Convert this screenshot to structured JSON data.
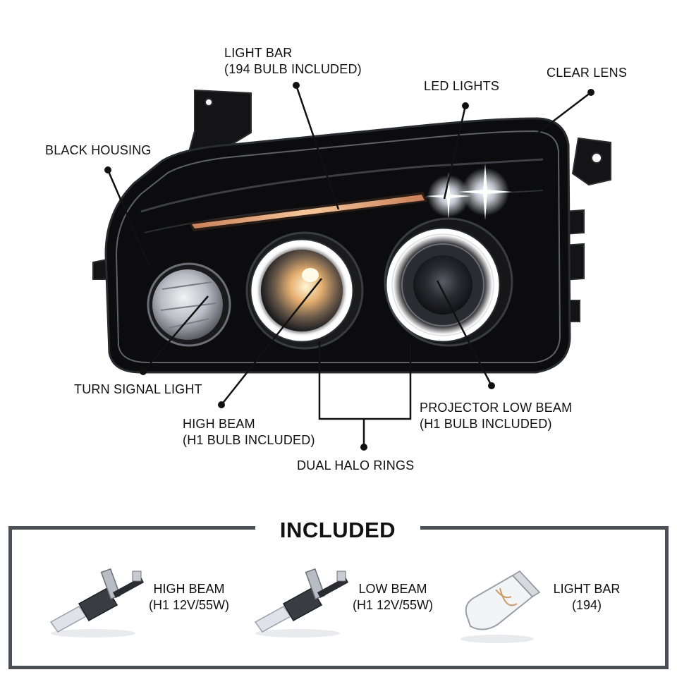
{
  "callouts": {
    "light_bar": [
      "LIGHT BAR",
      "(194 BULB INCLUDED)"
    ],
    "led_lights": "LED LIGHTS",
    "clear_lens": "CLEAR LENS",
    "black_housing": "BLACK HOUSING",
    "turn_signal": "TURN SIGNAL LIGHT",
    "high_beam": [
      "HIGH BEAM",
      "(H1 BULB INCLUDED)"
    ],
    "projector_low_beam": [
      "PROJECTOR LOW BEAM",
      "(H1 BULB INCLUDED)"
    ],
    "dual_halo": "DUAL HALO RINGS"
  },
  "included": {
    "title": "INCLUDED",
    "items": [
      {
        "line1": "HIGH BEAM",
        "line2": "(H1 12V/55W)",
        "icon": "h1-bulb-icon"
      },
      {
        "line1": "LOW BEAM",
        "line2": "(H1 12V/55W)",
        "icon": "h1-bulb-icon"
      },
      {
        "line1": "LIGHT BAR",
        "line2": "(194)",
        "icon": "194-bulb-icon"
      }
    ]
  },
  "colors": {
    "housing": "#0c0c0e",
    "halo": "#ffffff",
    "light_bar_glow": "#e8a06a",
    "frame": "#4a4e55"
  }
}
